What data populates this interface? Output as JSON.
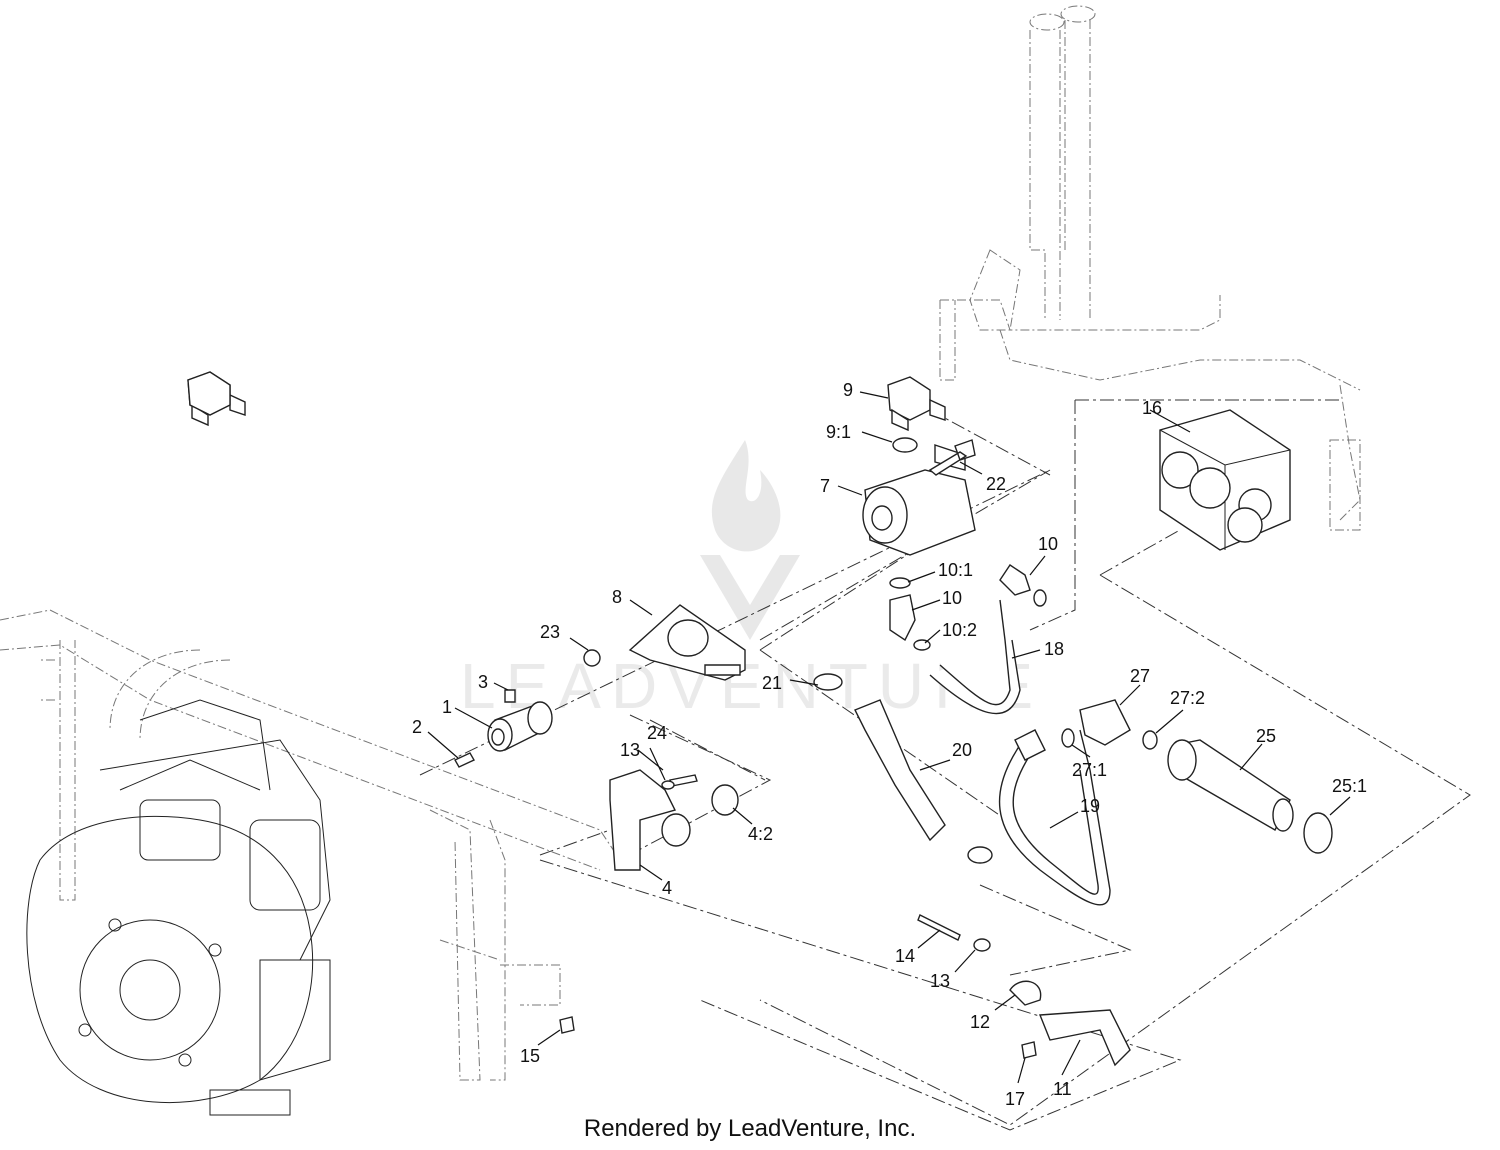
{
  "footer": {
    "text": "Rendered by LeadVenture, Inc."
  },
  "watermark": {
    "text": "LEADVENTURE"
  },
  "callouts": [
    {
      "id": "1",
      "text": "1"
    },
    {
      "id": "2",
      "text": "2"
    },
    {
      "id": "3",
      "text": "3"
    },
    {
      "id": "4",
      "text": "4"
    },
    {
      "id": "4_2",
      "text": "4:2"
    },
    {
      "id": "7",
      "text": "7"
    },
    {
      "id": "8",
      "text": "8"
    },
    {
      "id": "9",
      "text": "9"
    },
    {
      "id": "9_1",
      "text": "9:1"
    },
    {
      "id": "10a",
      "text": "10"
    },
    {
      "id": "10b",
      "text": "10"
    },
    {
      "id": "10_1",
      "text": "10:1"
    },
    {
      "id": "10_2",
      "text": "10:2"
    },
    {
      "id": "11",
      "text": "11"
    },
    {
      "id": "12",
      "text": "12"
    },
    {
      "id": "13a",
      "text": "13"
    },
    {
      "id": "13b",
      "text": "13"
    },
    {
      "id": "14",
      "text": "14"
    },
    {
      "id": "15",
      "text": "15"
    },
    {
      "id": "16",
      "text": "16"
    },
    {
      "id": "17",
      "text": "17"
    },
    {
      "id": "18",
      "text": "18"
    },
    {
      "id": "19",
      "text": "19"
    },
    {
      "id": "20",
      "text": "20"
    },
    {
      "id": "21",
      "text": "21"
    },
    {
      "id": "22",
      "text": "22"
    },
    {
      "id": "23",
      "text": "23"
    },
    {
      "id": "24",
      "text": "24"
    },
    {
      "id": "25",
      "text": "25"
    },
    {
      "id": "25_1",
      "text": "25:1"
    },
    {
      "id": "27",
      "text": "27"
    },
    {
      "id": "27_1",
      "text": "27:1"
    },
    {
      "id": "27_2",
      "text": "27:2"
    }
  ]
}
